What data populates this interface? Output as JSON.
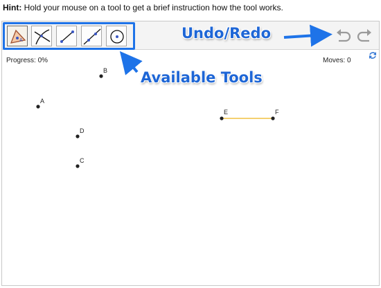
{
  "hint": {
    "bold": "Hint:",
    "text": " Hold your mouse on a tool to get a brief instruction how the tool works."
  },
  "toolbar": {
    "tools": [
      {
        "name": "polygon-tool",
        "icon": "triangle-with-point-icon"
      },
      {
        "name": "intersect-tool",
        "icon": "intersecting-lines-icon"
      },
      {
        "name": "segment-tool",
        "icon": "segment-icon"
      },
      {
        "name": "line-tool",
        "icon": "line-through-points-icon"
      },
      {
        "name": "circle-tool",
        "icon": "circle-with-center-icon"
      }
    ],
    "undo_icon": "undo-icon",
    "redo_icon": "redo-icon"
  },
  "status": {
    "progress": "Progress: 0%",
    "moves": "Moves: 0",
    "refresh_icon": "refresh-icon"
  },
  "canvas": {
    "points": [
      {
        "label": "B"
      },
      {
        "label": "A"
      },
      {
        "label": "D"
      },
      {
        "label": "C"
      },
      {
        "label": "E"
      },
      {
        "label": "F"
      }
    ],
    "segment_color": "#f0c040"
  },
  "annotations": {
    "undo_redo": "Undo/Redo",
    "available_tools": "Available Tools",
    "color": "#1e66d6"
  }
}
